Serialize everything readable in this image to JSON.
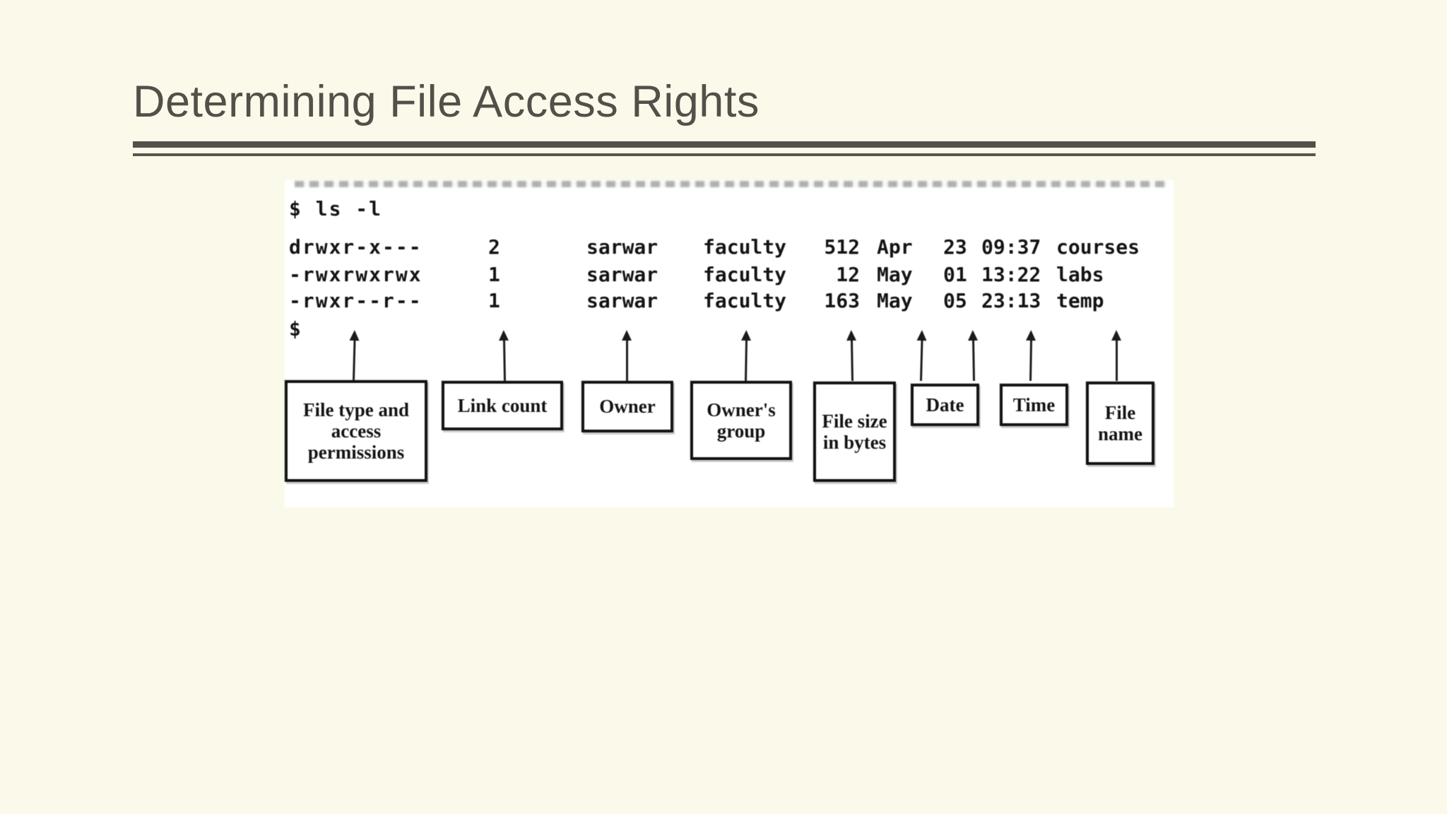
{
  "slide": {
    "title": "Determining File Access Rights"
  },
  "colors": {
    "background": "#FBFAEA",
    "title_text": "#53504A",
    "rule": "#53504A",
    "scan_background": "#FFFFFF",
    "ink": "#161616"
  },
  "terminal": {
    "command": "$ ls -l",
    "prompt": "$",
    "rows": [
      {
        "permissions": "drwxr-x---",
        "links": "2",
        "owner": "sarwar",
        "group": "faculty",
        "size": "512",
        "month": "Apr",
        "day": "23",
        "time": "09:37",
        "name": "courses"
      },
      {
        "permissions": "-rwxrwxrwx",
        "links": "1",
        "owner": "sarwar",
        "group": "faculty",
        "size": "12",
        "month": "May",
        "day": "01",
        "time": "13:22",
        "name": "labs"
      },
      {
        "permissions": "-rwxr--r--",
        "links": "1",
        "owner": "sarwar",
        "group": "faculty",
        "size": "163",
        "month": "May",
        "day": "05",
        "time": "23:13",
        "name": "temp"
      }
    ]
  },
  "callouts": [
    {
      "text": "File type and access permissions"
    },
    {
      "text": "Link count"
    },
    {
      "text": "Owner"
    },
    {
      "text": "Owner's group"
    },
    {
      "text": "File size in bytes"
    },
    {
      "text": "Date"
    },
    {
      "text": "Time"
    },
    {
      "text": "File name"
    }
  ]
}
